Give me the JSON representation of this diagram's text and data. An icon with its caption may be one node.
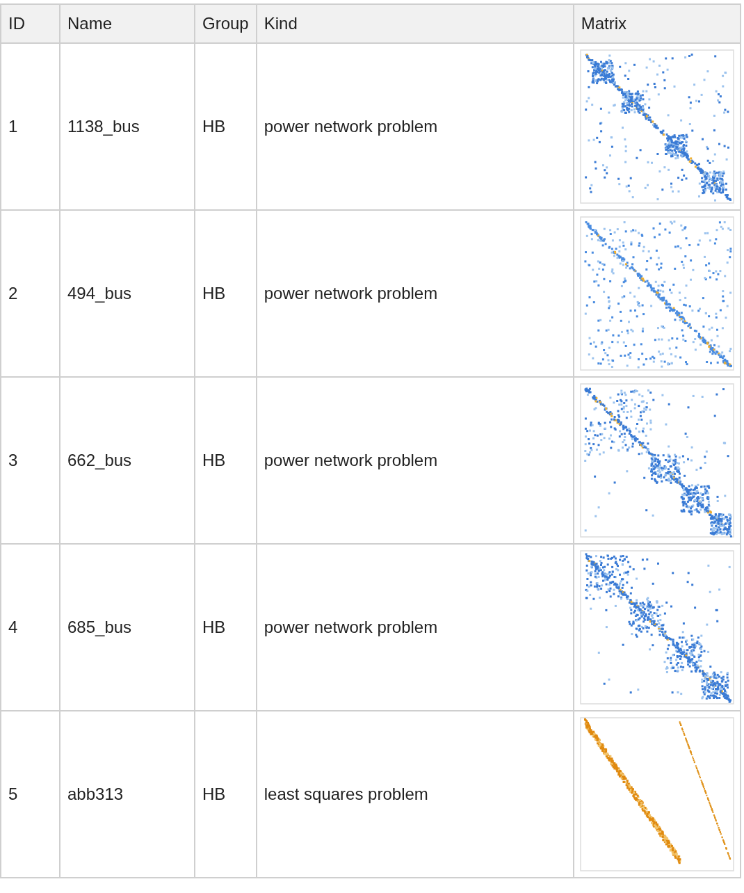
{
  "diagram": {
    "labels": [
      "ID",
      "Name",
      "Group",
      "Kind",
      "Matrix",
      "1",
      "1138_bus",
      "HB",
      "power network problem",
      "2",
      "494_bus",
      "HB",
      "power network problem",
      "3",
      "662_bus",
      "HB",
      "power network problem",
      "4",
      "685_bus",
      "HB",
      "power network problem",
      "5",
      "abb313",
      "HB",
      "least squares problem"
    ]
  }
}
